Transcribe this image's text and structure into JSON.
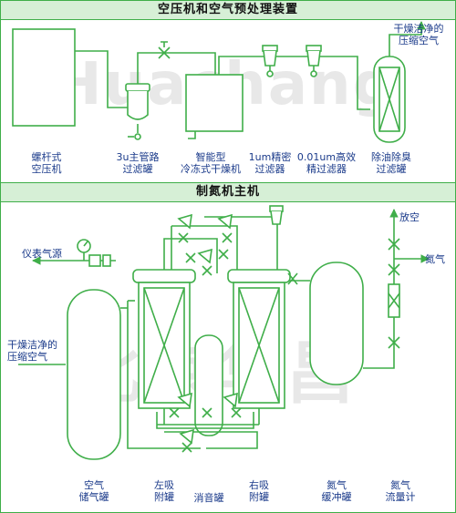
{
  "sections": {
    "pretreatment_title": "空压机和空气预处理装置",
    "main_title": "制氮机主机"
  },
  "pretreatment": {
    "compressor": [
      "螺杆式",
      "空压机"
    ],
    "main_filter": [
      "3u主管路",
      "过滤罐"
    ],
    "dryer": [
      "智能型",
      "冷冻式干燥机"
    ],
    "precision_filter": [
      "1um精密",
      "过滤器"
    ],
    "high_eff_filter": [
      "0.01um高效",
      "精过滤器"
    ],
    "oil_remover": [
      "除油除臭",
      "过滤罐"
    ],
    "outlet": [
      "干燥洁净的",
      "压缩空气"
    ]
  },
  "main": {
    "instrument_air": "仪表气源",
    "inlet": [
      "干燥洁净的",
      "压缩空气"
    ],
    "vent": "放空",
    "nitrogen": "氮气",
    "air_tank": [
      "空气",
      "储气罐"
    ],
    "left_adsorber": [
      "左吸",
      "附罐"
    ],
    "silencer": "消音罐",
    "right_adsorber": [
      "右吸",
      "附罐"
    ],
    "buffer_tank": [
      "氮气",
      "缓冲罐"
    ],
    "flowmeter": [
      "氮气",
      "流量计"
    ]
  },
  "watermark": {
    "top": "Huachang",
    "bottom": "北京华昌"
  },
  "colors": {
    "pipe": "#3fae49",
    "label": "#1a3a8a",
    "panel_bg": "#ffffff",
    "title_bg": "#d6efd6"
  }
}
